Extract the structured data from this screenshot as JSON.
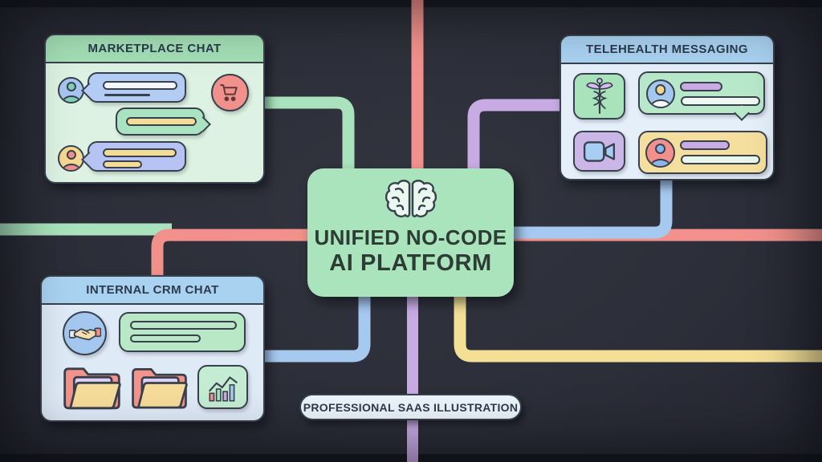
{
  "center": {
    "title_line1": "UNIFIED NO-CODE",
    "title_line2": "AI PLATFORM",
    "icon": "brain-icon"
  },
  "panels": {
    "marketplace": {
      "title": "MARKETPLACE CHAT",
      "icons": [
        "user-avatar-icon",
        "shopping-cart-icon",
        "user-avatar-icon"
      ]
    },
    "telehealth": {
      "title": "TELEHEALTH MESSAGING",
      "icons": [
        "caduceus-icon",
        "video-camera-icon",
        "user-avatar-icon",
        "user-avatar-icon"
      ]
    },
    "crm": {
      "title": "INTERNAL CRM CHAT",
      "icons": [
        "handshake-icon",
        "folder-icon",
        "folder-icon",
        "bar-chart-icon"
      ]
    }
  },
  "badge": {
    "label": "PROFESSIONAL SAAS ILLUSTRATION"
  },
  "colors": {
    "background": "#2d2f3a",
    "mint": "#a9e2bd",
    "salmon": "#f2918b",
    "lavender": "#c9abe3",
    "blue": "#a6c9ef",
    "yellow": "#f3df96",
    "header_blue": "#a9d2f1",
    "header_green": "#a3dfb6",
    "outline": "#39404d",
    "text_dark": "#2c3a4c"
  }
}
